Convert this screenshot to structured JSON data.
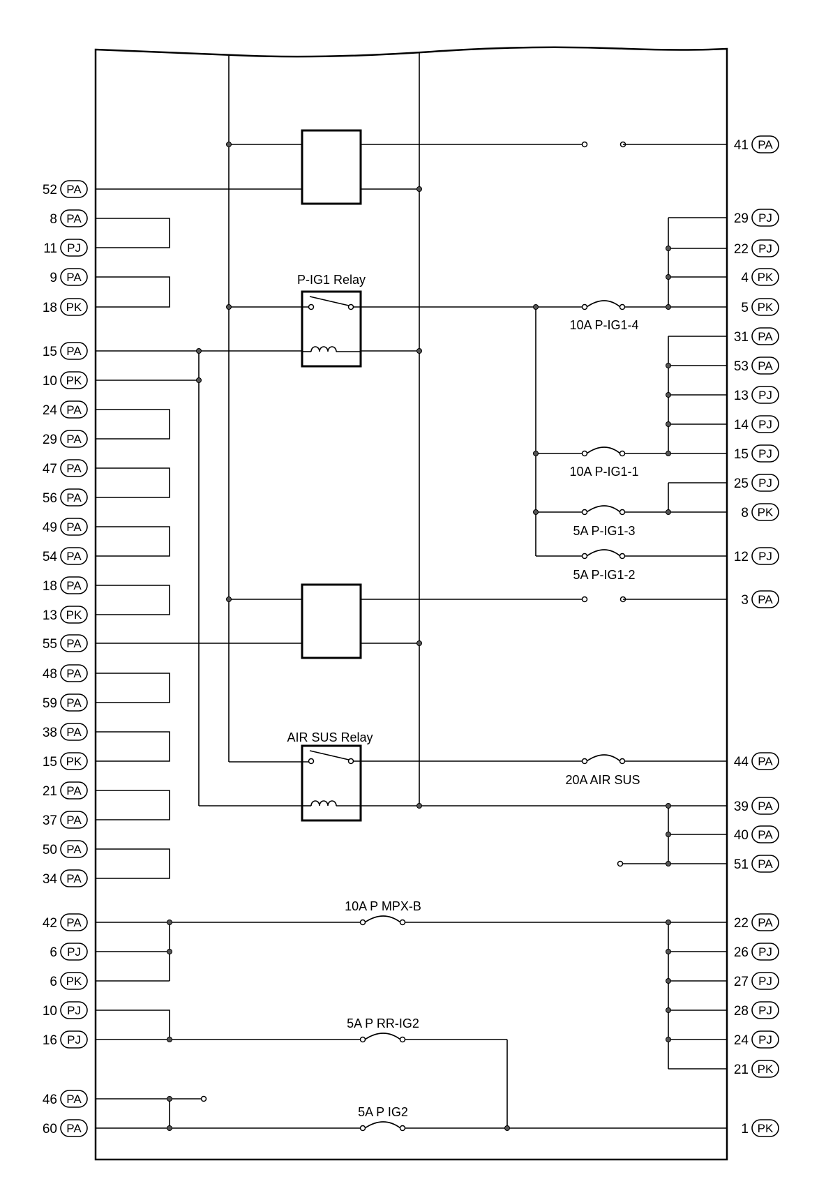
{
  "left_pins": [
    {
      "pin": "52",
      "conn": "PA"
    },
    {
      "pin": "8",
      "conn": "PA"
    },
    {
      "pin": "11",
      "conn": "PJ"
    },
    {
      "pin": "9",
      "conn": "PA"
    },
    {
      "pin": "18",
      "conn": "PK"
    },
    {
      "pin": "15",
      "conn": "PA"
    },
    {
      "pin": "10",
      "conn": "PK"
    },
    {
      "pin": "24",
      "conn": "PA"
    },
    {
      "pin": "29",
      "conn": "PA"
    },
    {
      "pin": "47",
      "conn": "PA"
    },
    {
      "pin": "56",
      "conn": "PA"
    },
    {
      "pin": "49",
      "conn": "PA"
    },
    {
      "pin": "54",
      "conn": "PA"
    },
    {
      "pin": "18",
      "conn": "PA"
    },
    {
      "pin": "13",
      "conn": "PK"
    },
    {
      "pin": "55",
      "conn": "PA"
    },
    {
      "pin": "48",
      "conn": "PA"
    },
    {
      "pin": "59",
      "conn": "PA"
    },
    {
      "pin": "38",
      "conn": "PA"
    },
    {
      "pin": "15",
      "conn": "PK"
    },
    {
      "pin": "21",
      "conn": "PA"
    },
    {
      "pin": "37",
      "conn": "PA"
    },
    {
      "pin": "50",
      "conn": "PA"
    },
    {
      "pin": "34",
      "conn": "PA"
    },
    {
      "pin": "42",
      "conn": "PA"
    },
    {
      "pin": "6",
      "conn": "PJ"
    },
    {
      "pin": "6",
      "conn": "PK"
    },
    {
      "pin": "10",
      "conn": "PJ"
    },
    {
      "pin": "16",
      "conn": "PJ"
    },
    {
      "pin": "46",
      "conn": "PA"
    },
    {
      "pin": "60",
      "conn": "PA"
    }
  ],
  "right_pins": [
    {
      "pin": "41",
      "conn": "PA"
    },
    {
      "pin": "29",
      "conn": "PJ"
    },
    {
      "pin": "22",
      "conn": "PJ"
    },
    {
      "pin": "4",
      "conn": "PK"
    },
    {
      "pin": "5",
      "conn": "PK"
    },
    {
      "pin": "31",
      "conn": "PA"
    },
    {
      "pin": "53",
      "conn": "PA"
    },
    {
      "pin": "13",
      "conn": "PJ"
    },
    {
      "pin": "14",
      "conn": "PJ"
    },
    {
      "pin": "15",
      "conn": "PJ"
    },
    {
      "pin": "25",
      "conn": "PJ"
    },
    {
      "pin": "8",
      "conn": "PK"
    },
    {
      "pin": "12",
      "conn": "PJ"
    },
    {
      "pin": "3",
      "conn": "PA"
    },
    {
      "pin": "44",
      "conn": "PA"
    },
    {
      "pin": "39",
      "conn": "PA"
    },
    {
      "pin": "40",
      "conn": "PA"
    },
    {
      "pin": "51",
      "conn": "PA"
    },
    {
      "pin": "22",
      "conn": "PA"
    },
    {
      "pin": "26",
      "conn": "PJ"
    },
    {
      "pin": "27",
      "conn": "PJ"
    },
    {
      "pin": "28",
      "conn": "PJ"
    },
    {
      "pin": "24",
      "conn": "PJ"
    },
    {
      "pin": "21",
      "conn": "PK"
    },
    {
      "pin": "1",
      "conn": "PK"
    }
  ],
  "relays": {
    "p_ig1": "P-IG1 Relay",
    "air_sus": "AIR SUS Relay"
  },
  "fuses": {
    "f1": "10A P-IG1-4",
    "f2": "10A P-IG1-1",
    "f3": "5A P-IG1-3",
    "f4": "5A P-IG1-2",
    "f5": "20A AIR SUS",
    "f6": "10A P MPX-B",
    "f7": "5A P RR-IG2",
    "f8": "5A P IG2"
  }
}
